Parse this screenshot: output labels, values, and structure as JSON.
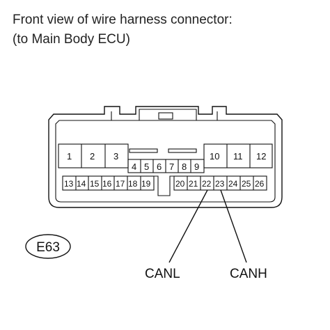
{
  "caption": {
    "line1": "Front view of wire harness connector:",
    "line2": "(to Main Body ECU)"
  },
  "connector": {
    "id": "E63",
    "pins": {
      "p1": "1",
      "p2": "2",
      "p3": "3",
      "p4": "4",
      "p5": "5",
      "p6": "6",
      "p7": "7",
      "p8": "8",
      "p9": "9",
      "p10": "10",
      "p11": "11",
      "p12": "12",
      "p13": "13",
      "p14": "14",
      "p15": "15",
      "p16": "16",
      "p17": "17",
      "p18": "18",
      "p19": "19",
      "p20": "20",
      "p21": "21",
      "p22": "22",
      "p23": "23",
      "p24": "24",
      "p25": "25",
      "p26": "26"
    }
  },
  "labels": {
    "canl": "CANL",
    "canh": "CANH"
  }
}
